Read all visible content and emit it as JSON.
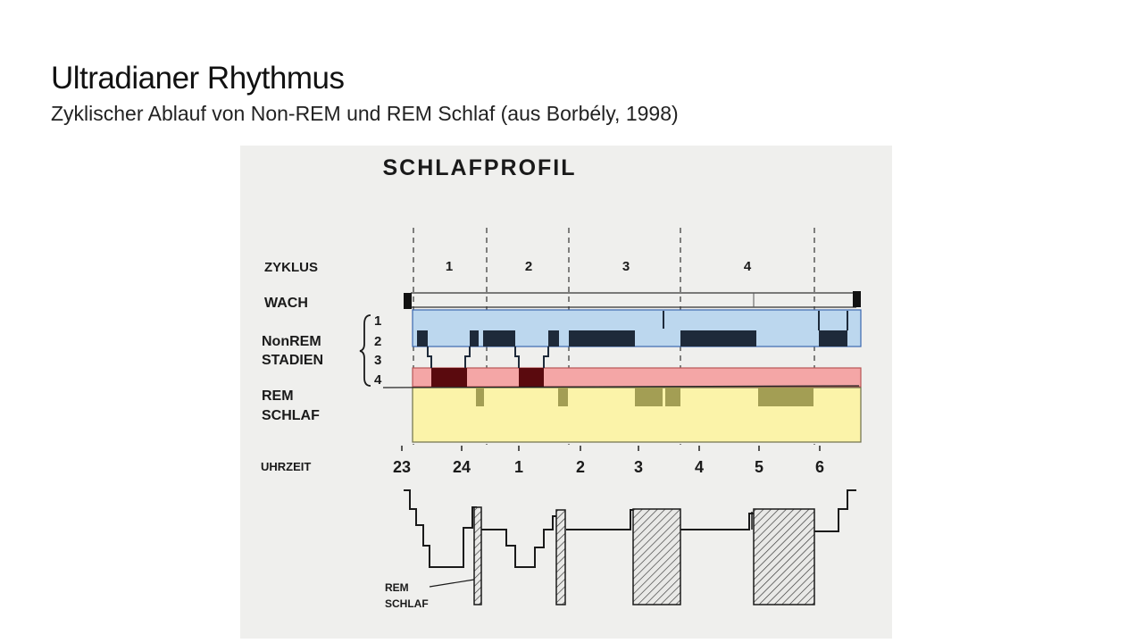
{
  "slide": {
    "title": "Ultradianer Rhythmus",
    "subtitle": "Zyklischer Ablauf von Non-REM und REM Schlaf (aus Borbély, 1998)"
  },
  "figure": {
    "title": "SCHLAFPROFIL",
    "row_labels": {
      "cycle": "ZYKLUS",
      "wake": "WACH",
      "nonrem_line1": "NonREM",
      "nonrem_line2": "STADIEN",
      "rem_line1": "REM",
      "rem_line2": "SCHLAF",
      "time": "UHRZEIT"
    },
    "stage_numbers": [
      "1",
      "2",
      "3",
      "4"
    ],
    "cycles": [
      "1",
      "2",
      "3",
      "4"
    ],
    "times": [
      "23",
      "24",
      "1",
      "2",
      "3",
      "4",
      "5",
      "6"
    ],
    "lower_label_line1": "REM",
    "lower_label_line2": "SCHLAF",
    "highlight_colors": {
      "nonrem_light": "#bcd7ee",
      "deep_sleep": "#f4a6a6",
      "rem": "#fbf3a9"
    }
  }
}
